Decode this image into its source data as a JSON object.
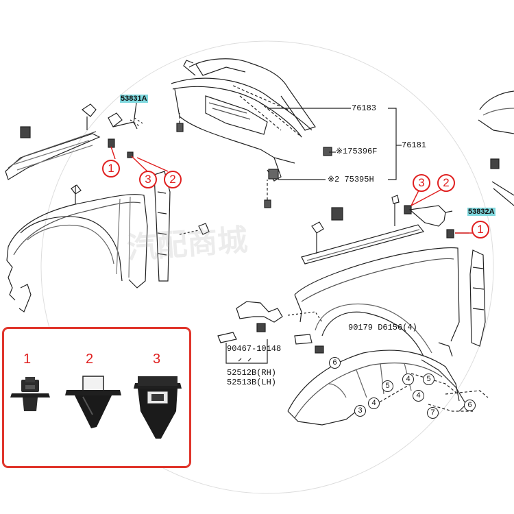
{
  "parts": {
    "p53831A": "53831A",
    "p53832A": "53832A",
    "p76183": "76183",
    "p76181": "76181",
    "p75396F": "※175396F",
    "p75395H": "※2 75395H",
    "p90179": "90179  D6156(4)",
    "p90467": "90467-10148",
    "p52512B": "52512B(RH)",
    "p52513B": "52513B(LH)"
  },
  "callouts": {
    "one": "1",
    "two": "2",
    "three": "3"
  },
  "bubbles": {
    "three": "3",
    "four": "4",
    "five": "5",
    "six": "6",
    "seven": "7"
  },
  "inset": {
    "label1": "1",
    "label2": "2",
    "label3": "3"
  },
  "colors": {
    "accent_red": "#e02020",
    "highlight_cyan": "#7fd8de",
    "line": "#222222"
  }
}
